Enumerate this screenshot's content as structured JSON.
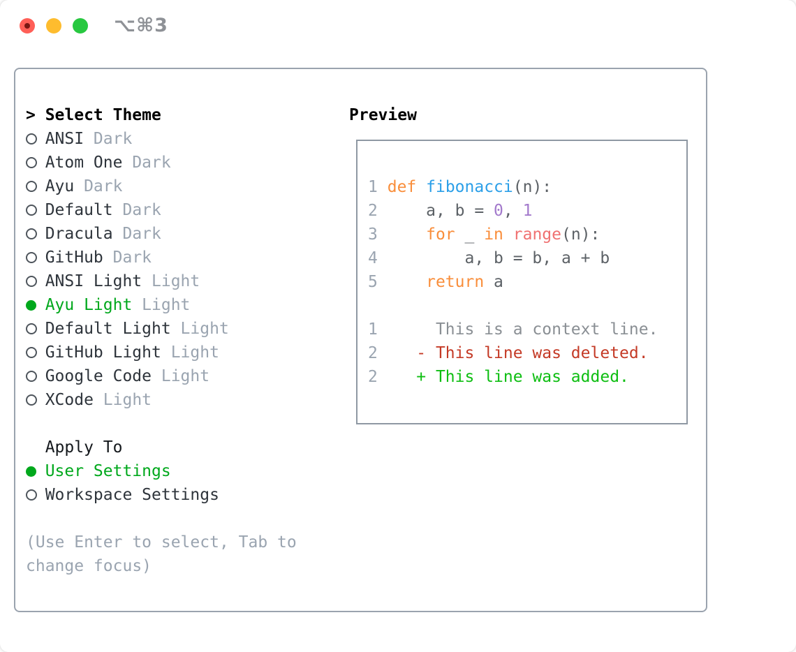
{
  "window": {
    "title": "⌥⌘3",
    "controls": [
      "close",
      "minimize",
      "zoom"
    ]
  },
  "colors": {
    "window_border": "#9AA3AE",
    "preview_border": "#8F98A3",
    "text_dark": "#2E343B",
    "muted": "#9AA4B0",
    "green_selected": "#00A81C",
    "bullet_ring": "#4E555C",
    "traffic_red": "#FF5F57",
    "traffic_red_dot": "#7A1712",
    "traffic_yellow": "#FEBC2E",
    "traffic_green": "#28C840",
    "title_gray": "#8E9196",
    "code_plain": "#5C6166",
    "code_keyword": "#F98E3B",
    "code_function": "#2B9FE8",
    "code_number": "#A37ACC",
    "code_builtin": "#F07171",
    "diff_context": "#8A8F94",
    "diff_deleted": "#C43A26",
    "diff_added": "#0EBE12"
  },
  "panel": {
    "select_theme": {
      "marker": ">",
      "title": "Select Theme",
      "themes": [
        {
          "name": "ANSI",
          "variant": "Dark",
          "selected": false
        },
        {
          "name": "Atom One",
          "variant": "Dark",
          "selected": false
        },
        {
          "name": "Ayu",
          "variant": "Dark",
          "selected": false
        },
        {
          "name": "Default",
          "variant": "Dark",
          "selected": false
        },
        {
          "name": "Dracula",
          "variant": "Dark",
          "selected": false
        },
        {
          "name": "GitHub",
          "variant": "Dark",
          "selected": false
        },
        {
          "name": "ANSI Light",
          "variant": "Light",
          "selected": false
        },
        {
          "name": "Ayu Light",
          "variant": "Light",
          "selected": true
        },
        {
          "name": "Default Light",
          "variant": "Light",
          "selected": false
        },
        {
          "name": "GitHub Light",
          "variant": "Light",
          "selected": false
        },
        {
          "name": "Google Code",
          "variant": "Light",
          "selected": false
        },
        {
          "name": "XCode",
          "variant": "Light",
          "selected": false
        }
      ]
    },
    "apply_to": {
      "title": "Apply To",
      "options": [
        {
          "label": "User Settings",
          "selected": true
        },
        {
          "label": "Workspace Settings",
          "selected": false
        }
      ]
    },
    "hint": "(Use Enter to select, Tab to change focus)"
  },
  "preview": {
    "title": "Preview",
    "lines": [
      {
        "num": "1",
        "tokens": [
          {
            "t": " ",
            "c": "pl"
          },
          {
            "t": "def",
            "c": "kw"
          },
          {
            "t": " ",
            "c": "pl"
          },
          {
            "t": "fibonacci",
            "c": "fn"
          },
          {
            "t": "(n):",
            "c": "pl"
          }
        ]
      },
      {
        "num": "2",
        "tokens": [
          {
            "t": "     a, b = ",
            "c": "pl"
          },
          {
            "t": "0",
            "c": "num"
          },
          {
            "t": ", ",
            "c": "pl"
          },
          {
            "t": "1",
            "c": "num"
          }
        ]
      },
      {
        "num": "3",
        "tokens": [
          {
            "t": "     ",
            "c": "pl"
          },
          {
            "t": "for",
            "c": "kw"
          },
          {
            "t": " _ ",
            "c": "pl"
          },
          {
            "t": "in",
            "c": "kw"
          },
          {
            "t": " ",
            "c": "pl"
          },
          {
            "t": "range",
            "c": "bi"
          },
          {
            "t": "(n):",
            "c": "pl"
          }
        ]
      },
      {
        "num": "4",
        "tokens": [
          {
            "t": "         a, b = b, a + b",
            "c": "pl"
          }
        ]
      },
      {
        "num": "5",
        "tokens": [
          {
            "t": "     ",
            "c": "pl"
          },
          {
            "t": "return",
            "c": "kw"
          },
          {
            "t": " a",
            "c": "pl"
          }
        ]
      },
      {
        "num": "",
        "tokens": []
      },
      {
        "num": "1",
        "tokens": [
          {
            "t": "      This is a context line.",
            "c": "ctx"
          }
        ]
      },
      {
        "num": "2",
        "tokens": [
          {
            "t": "    - This line was deleted.",
            "c": "del"
          }
        ]
      },
      {
        "num": "2",
        "tokens": [
          {
            "t": "    + This line was added.",
            "c": "add"
          }
        ]
      }
    ]
  }
}
